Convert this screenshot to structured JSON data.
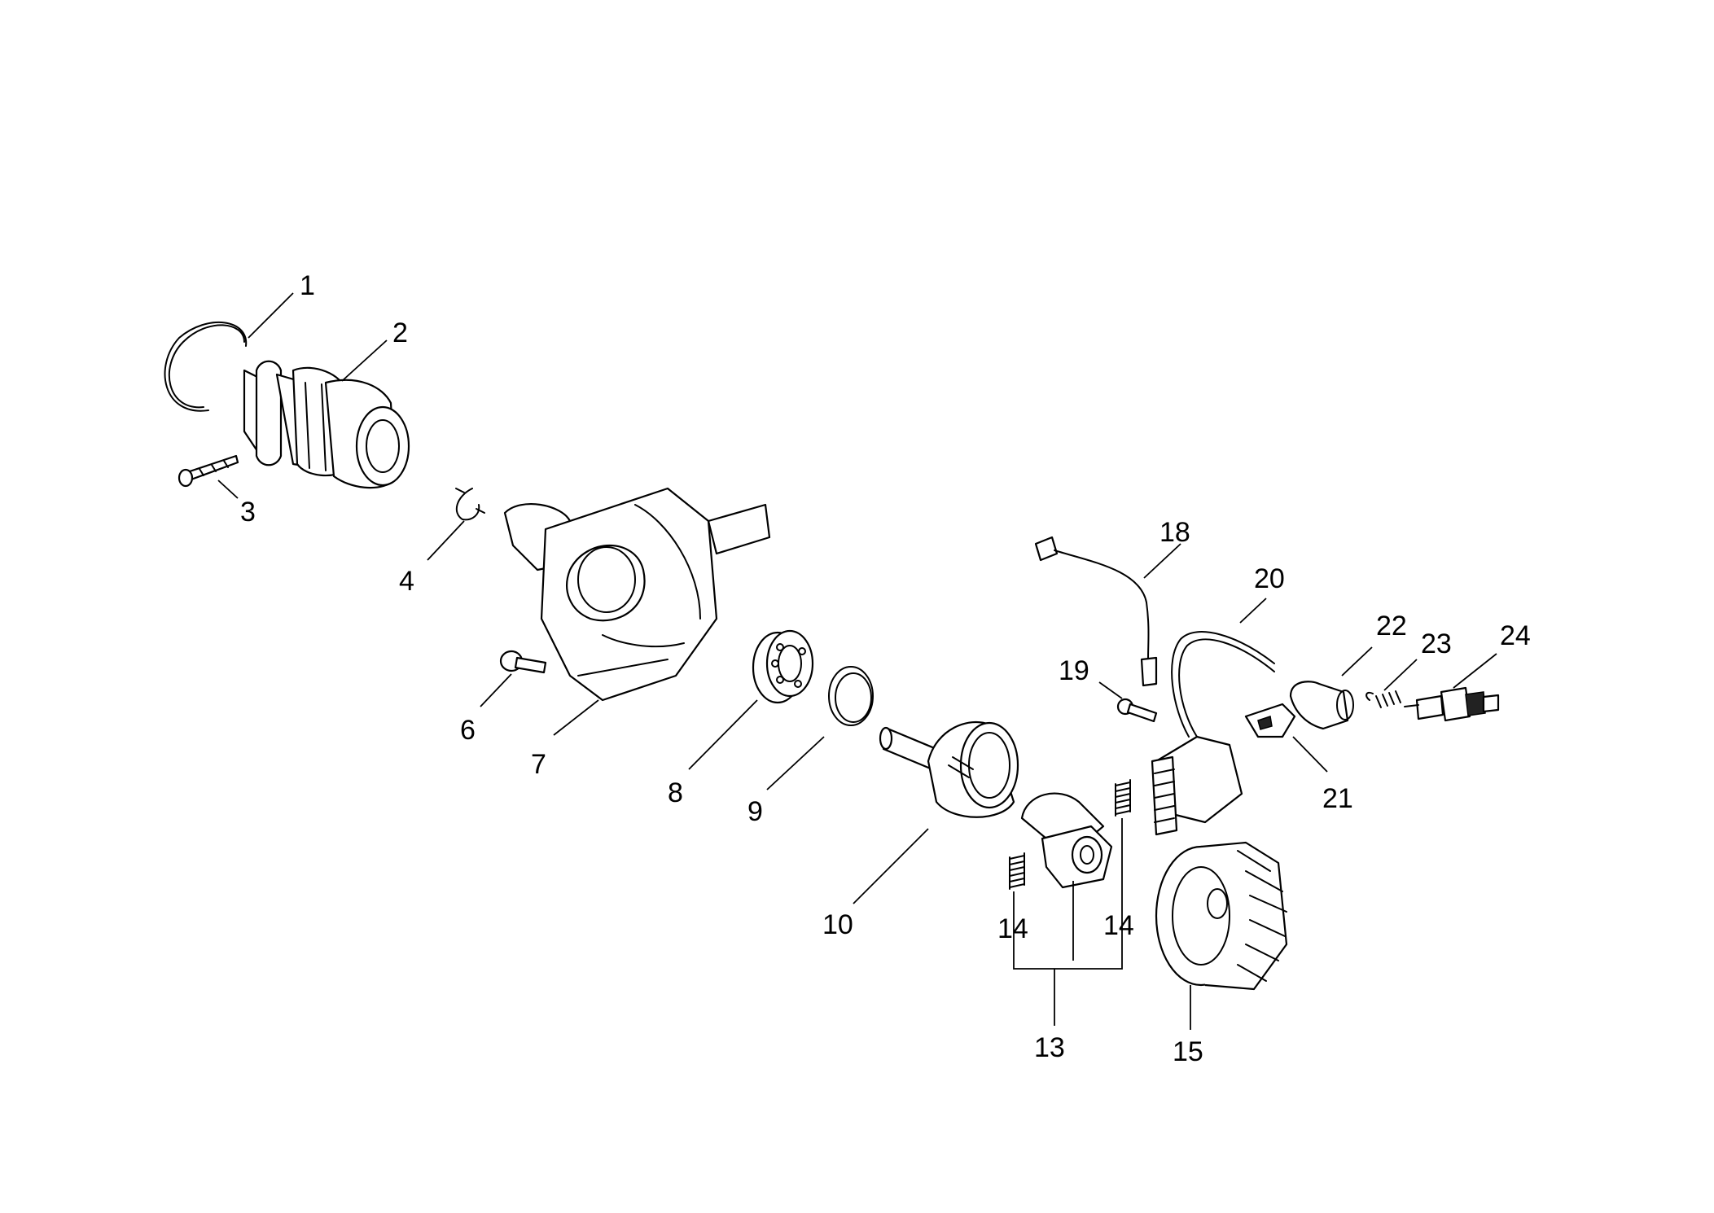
{
  "callouts": [
    {
      "label": "1"
    },
    {
      "label": "2"
    },
    {
      "label": "3"
    },
    {
      "label": "4"
    },
    {
      "label": "6"
    },
    {
      "label": "7"
    },
    {
      "label": "8"
    },
    {
      "label": "9"
    },
    {
      "label": "10"
    },
    {
      "label": "13"
    },
    {
      "label": "14"
    },
    {
      "label": "14"
    },
    {
      "label": "15"
    },
    {
      "label": "18"
    },
    {
      "label": "19"
    },
    {
      "label": "20"
    },
    {
      "label": "21"
    },
    {
      "label": "22"
    },
    {
      "label": "23"
    },
    {
      "label": "24"
    }
  ],
  "colors": {
    "ink": "#000000",
    "paper": "#ffffff"
  }
}
